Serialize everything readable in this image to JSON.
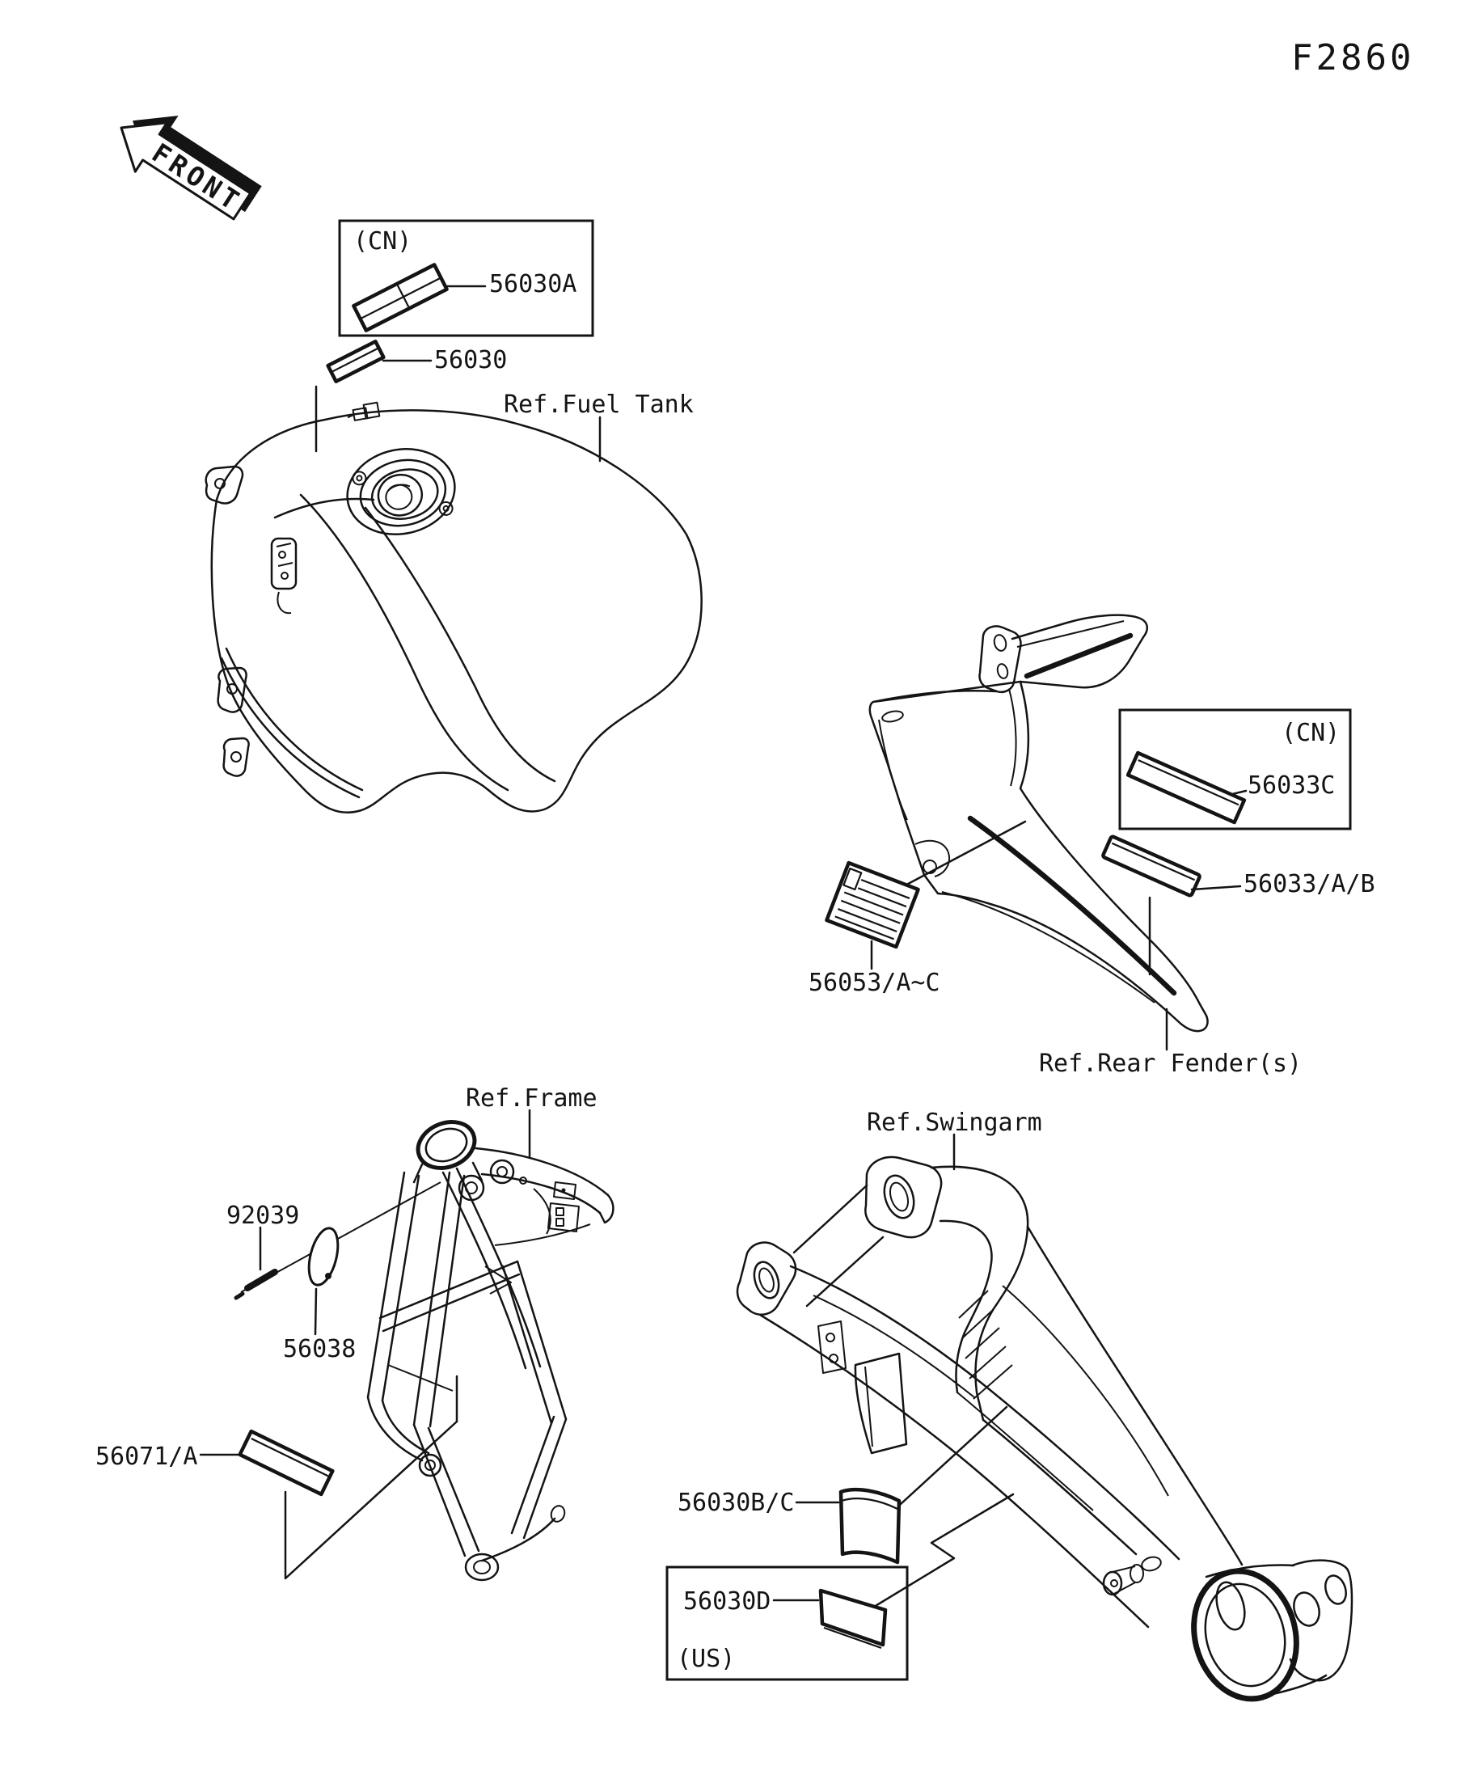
{
  "page": {
    "diagram_code": "F2860"
  },
  "front_arrow": {
    "label": "FRONT"
  },
  "fuel_tank": {
    "ref_label": "Ref.Fuel Tank",
    "cn_box": {
      "region": "(CN)",
      "part": "56030A"
    },
    "part_standard": "56030"
  },
  "rear_fender": {
    "ref_label": "Ref.Rear Fender(s)",
    "cn_box": {
      "region": "(CN)",
      "part": "56033C"
    },
    "part_standard": "56033/A/B",
    "warning_part": "56053/A~C"
  },
  "frame": {
    "ref_label": "Ref.Frame",
    "rivet_part": "92039",
    "small_label_part": "56038",
    "warning_part": "56071/A"
  },
  "swingarm": {
    "ref_label": "Ref.Swingarm",
    "part_bc": "56030B/C",
    "us_box": {
      "region": "(US)",
      "part": "56030D"
    }
  }
}
